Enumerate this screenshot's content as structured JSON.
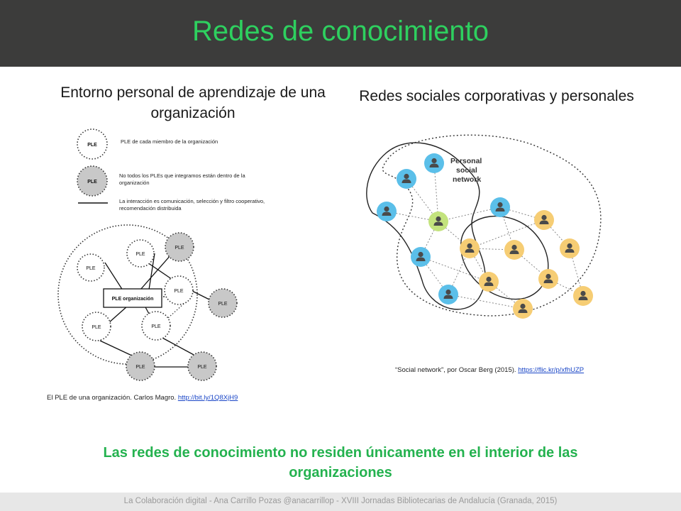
{
  "slide": {
    "title": "Redes de conocimiento",
    "left": {
      "heading": "Entorno personal de aprendizaje de una organización",
      "legend": [
        "PLE de cada miembro de la organización",
        "No todos los PLEs que integramos están dentro de la organización",
        "La interacción es comunicación, selección y filtro cooperativo, recomendación distribuida"
      ],
      "node_label": "PLE",
      "center_label": "PLE organización",
      "caption_text": "El PLE de una organización. Carlos Magro. ",
      "caption_link": "http://bit.ly/1Q8XjH9"
    },
    "right": {
      "heading": "Redes sociales corporativas y personales",
      "network_label": [
        "Personal",
        "social",
        "network"
      ],
      "caption_text": "“Social network”, por Oscar Berg (2015). ",
      "caption_link": "https://flic.kr/p/xfhUZP"
    },
    "conclusion": "Las redes de conocimiento no residen únicamente en el interior de las organizaciones",
    "footer": "La Colaboración digital  -  Ana Carrillo Pozas @anacarrillop  -  XVIII Jornadas Bibliotecarias de Andalucía (Granada, 2015)"
  },
  "colors": {
    "header_bg": "#3c3c3b",
    "title": "#2ed05f",
    "conclusion": "#24b24f",
    "person_blue": "#5bbfe9",
    "person_yellow": "#f6cd74",
    "person_green": "#c3e37d"
  }
}
